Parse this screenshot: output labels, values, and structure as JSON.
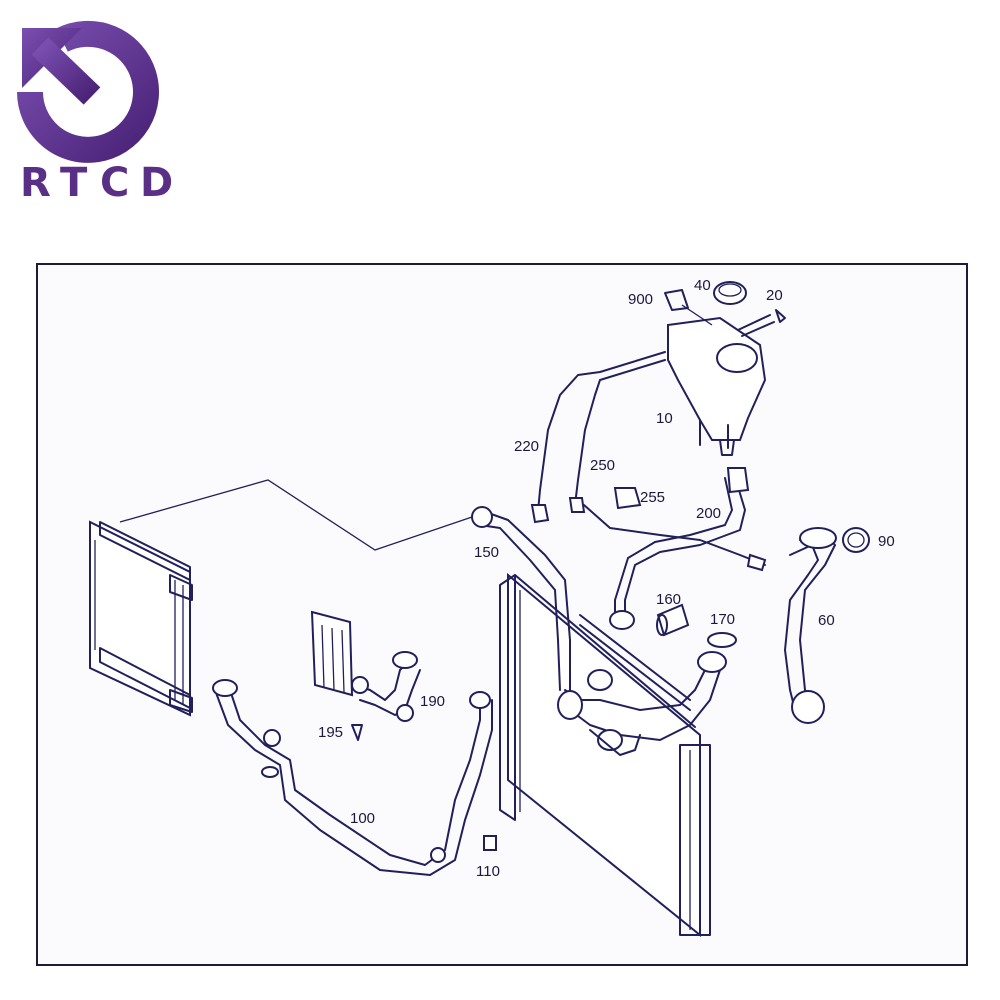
{
  "logo": {
    "letters": [
      "R",
      "T",
      "C",
      "D"
    ],
    "brand_color": "#5a2f86",
    "icon": "circular-arrow-icon"
  },
  "diagram": {
    "line_color": "#22205a",
    "frame_color": "#1e1a3a",
    "parts": {
      "p900": "900",
      "p40": "40",
      "p20": "20",
      "p10": "10",
      "p220": "220",
      "p250": "250",
      "p255": "255",
      "p200": "200",
      "p90": "90",
      "p150": "150",
      "p160": "160",
      "p170": "170",
      "p60": "60",
      "p190": "190",
      "p195": "195",
      "p100": "100",
      "p110": "110"
    }
  }
}
